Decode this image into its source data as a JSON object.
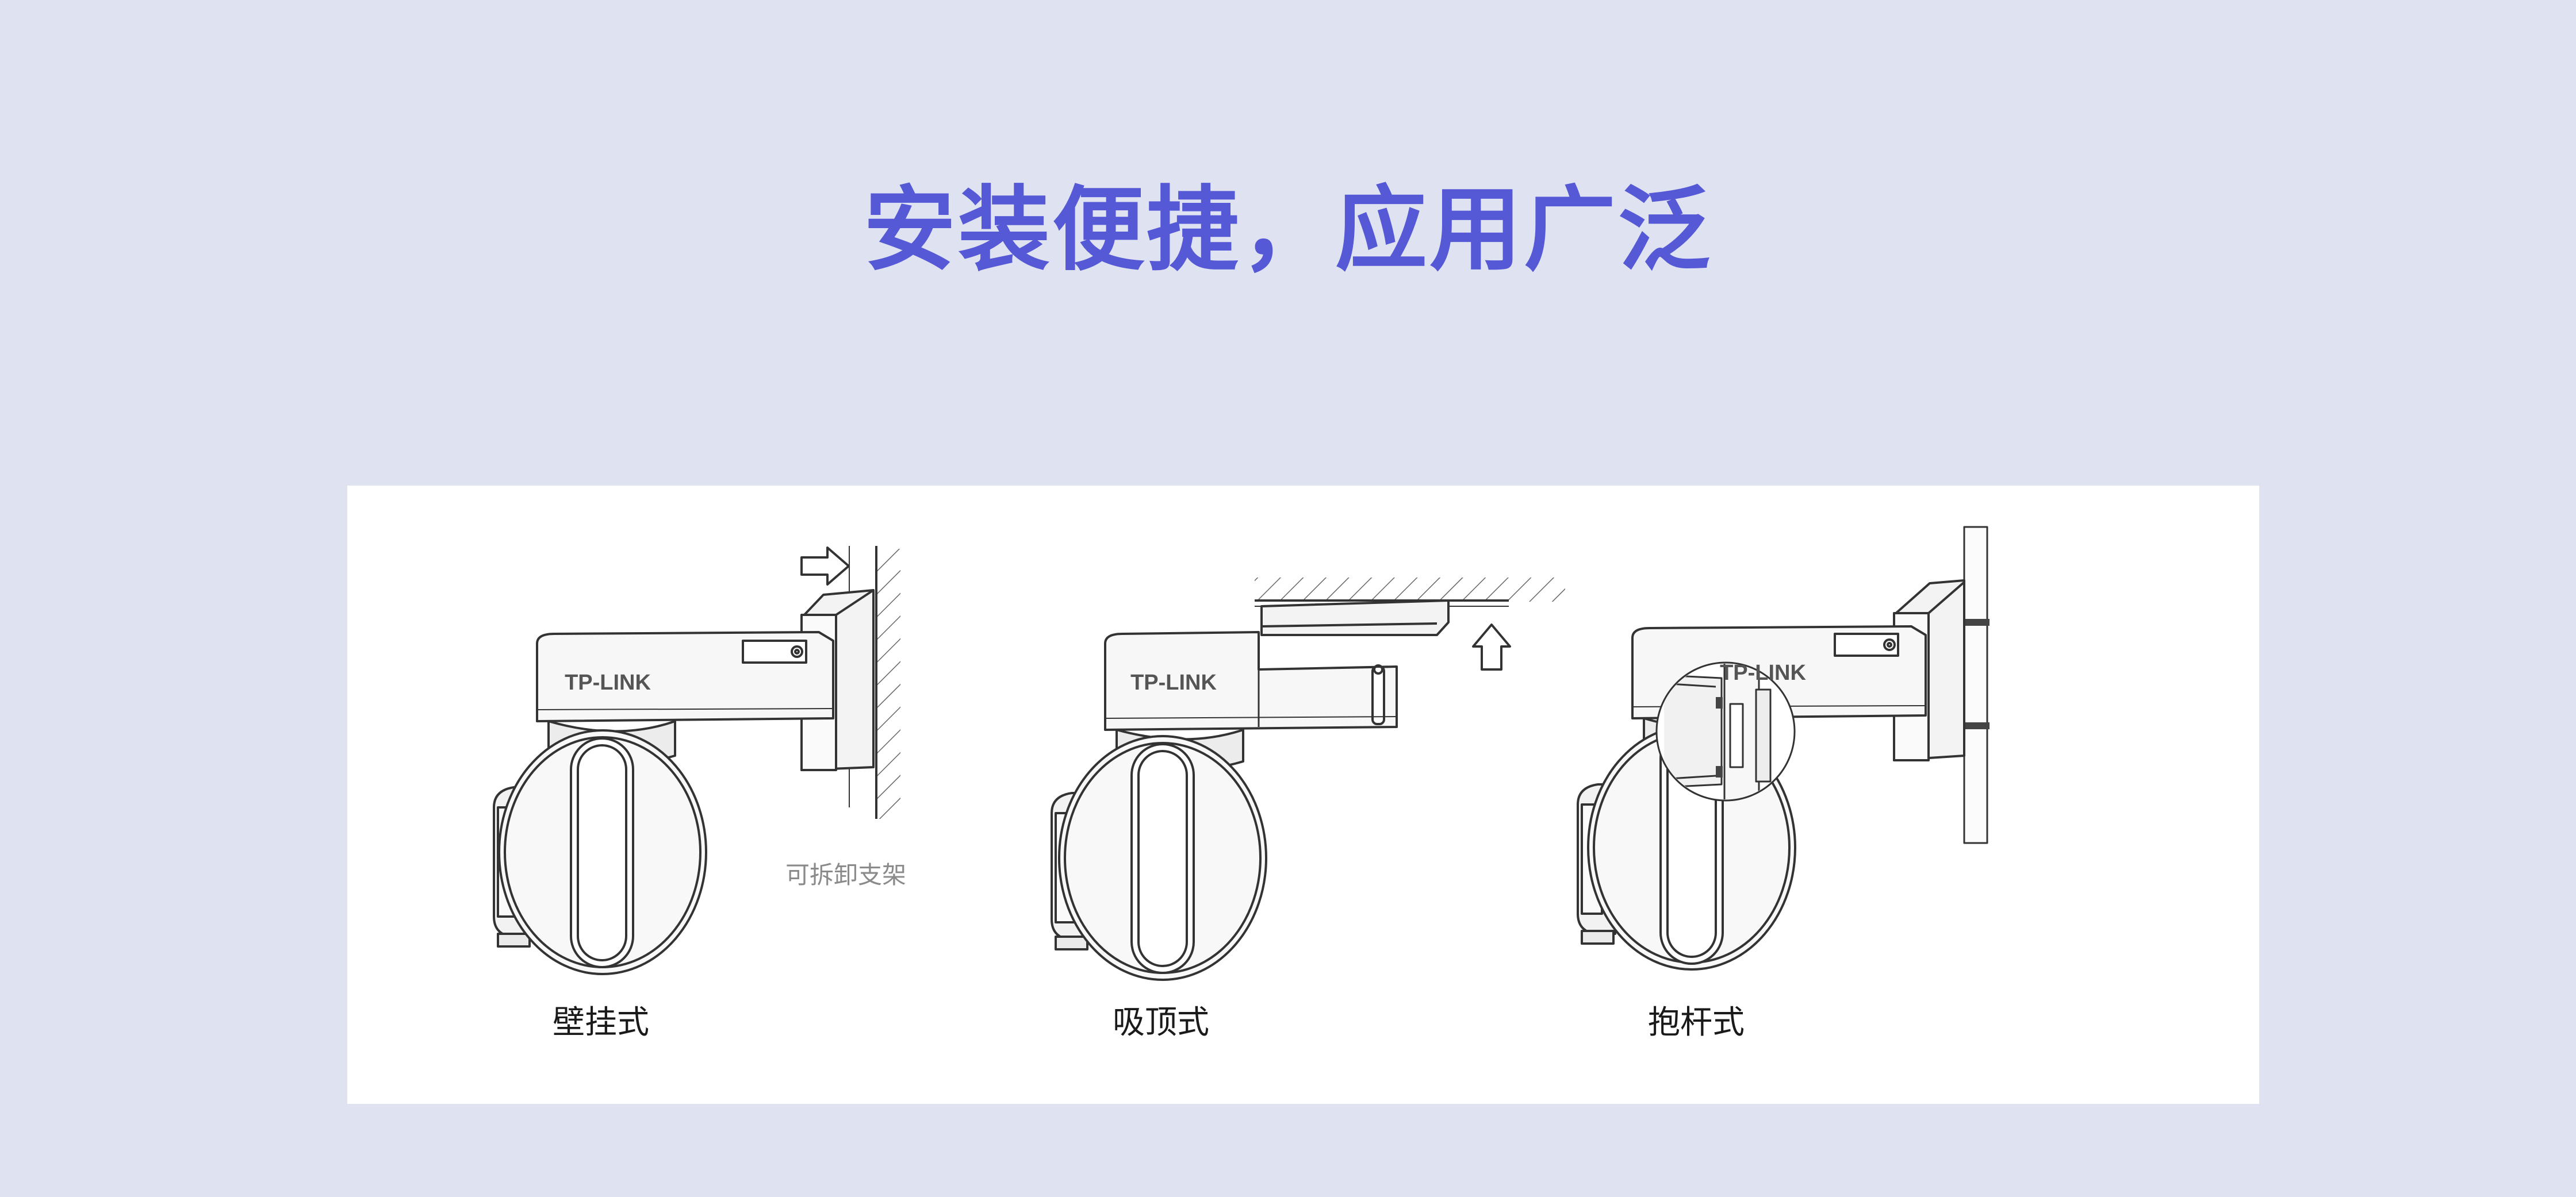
{
  "title": "安装便捷，应用广泛",
  "panel": {
    "mount_types": [
      {
        "label": "壁挂式"
      },
      {
        "label": "吸顶式"
      },
      {
        "label": "抱杆式"
      }
    ],
    "bracket_note": "可拆卸支架",
    "brand": "TP-LINK"
  },
  "colors": {
    "background": "#dfe3f1",
    "title": "#5559d6",
    "panel": "#ffffff",
    "line_art": "#333333"
  }
}
